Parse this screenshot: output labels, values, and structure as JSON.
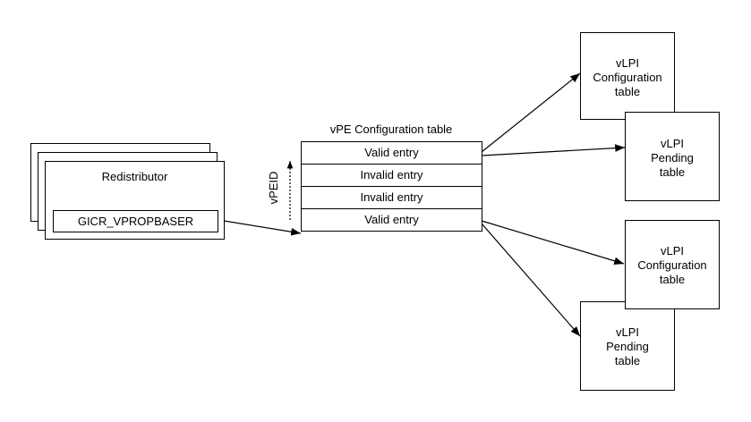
{
  "redistributor": {
    "title": "Redistributor",
    "register": "GICR_VPROPBASER"
  },
  "vpe_table": {
    "title": "vPE Configuration table",
    "entries": [
      "Valid entry",
      "Invalid entry",
      "Invalid entry",
      "Valid entry"
    ],
    "axis_label": "vPEID"
  },
  "vlpi_tables": [
    {
      "line1": "vLPI",
      "line2": "Configuration",
      "line3": "table"
    },
    {
      "line1": "vLPI",
      "line2": "Pending",
      "line3": "table"
    },
    {
      "line1": "vLPI",
      "line2": "Configuration",
      "line3": "table"
    },
    {
      "line1": "vLPI",
      "line2": "Pending",
      "line3": "table"
    }
  ]
}
